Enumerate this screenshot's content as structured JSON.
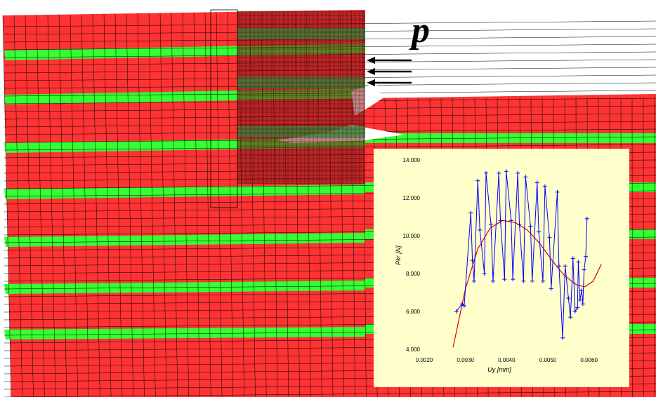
{
  "figure": {
    "load_label": "p",
    "colors": {
      "matrix_layer": "#ff3333",
      "fiber_layer": "#33ff33",
      "mesh_line": "#000000",
      "inset_background": "#ffffcc",
      "test_curve": "#0000ff",
      "fit_curve": "#dd0000"
    }
  },
  "chart_data": {
    "type": "line",
    "title": "",
    "xlabel": "Uy [mm]",
    "ylabel": "Pkr [N]",
    "xlim": [
      0.002,
      0.0065
    ],
    "ylim": [
      4.0,
      14.0
    ],
    "x_ticks": [
      "0.0020",
      "0.0030",
      "0.0040",
      "0.0050",
      "0.0060"
    ],
    "y_ticks": [
      "4.000",
      "6.000",
      "8.000",
      "10.000",
      "12.000",
      "14.000"
    ],
    "grid": false,
    "series": [
      {
        "name": "",
        "color": "#0000ff",
        "marker": "+",
        "x": [
          0.00278,
          0.00292,
          0.00297,
          0.00313,
          0.00317,
          0.00321,
          0.0033,
          0.00335,
          0.00346,
          0.0035,
          0.00362,
          0.00367,
          0.00381,
          0.00385,
          0.00395,
          0.00399,
          0.00411,
          0.00415,
          0.00427,
          0.00431,
          0.00441,
          0.00446,
          0.00458,
          0.00462,
          0.00474,
          0.00478,
          0.00488,
          0.00493,
          0.00504,
          0.00508,
          0.00523,
          0.00527,
          0.00536,
          0.00542,
          0.0055,
          0.00555,
          0.00561,
          0.00566,
          0.00572,
          0.00574,
          0.00578,
          0.00582,
          0.00585,
          0.00588,
          0.00592,
          0.00595
        ],
        "y": [
          6.0,
          6.4,
          6.3,
          11.2,
          8.7,
          7.6,
          12.9,
          10.3,
          8.0,
          13.3,
          10.6,
          7.6,
          13.3,
          10.8,
          7.7,
          13.4,
          10.8,
          7.7,
          13.3,
          10.6,
          7.6,
          13.1,
          10.5,
          7.6,
          12.8,
          10.2,
          7.6,
          12.6,
          9.9,
          7.2,
          12.3,
          8.4,
          4.6,
          8.4,
          6.7,
          5.7,
          8.8,
          6.0,
          6.2,
          8.6,
          6.6,
          7.1,
          6.4,
          8.2,
          8.9,
          10.9
        ]
      },
      {
        "name": "",
        "color": "#dd0000",
        "marker": "",
        "x": [
          0.0027,
          0.003,
          0.0033,
          0.0036,
          0.0039,
          0.0042,
          0.0045,
          0.0048,
          0.0051,
          0.0054,
          0.0057,
          0.0059,
          0.0061,
          0.0063
        ],
        "y": [
          4.1,
          7.2,
          9.3,
          10.4,
          10.8,
          10.7,
          10.3,
          9.6,
          8.7,
          7.9,
          7.4,
          7.3,
          7.6,
          8.5
        ]
      }
    ]
  }
}
